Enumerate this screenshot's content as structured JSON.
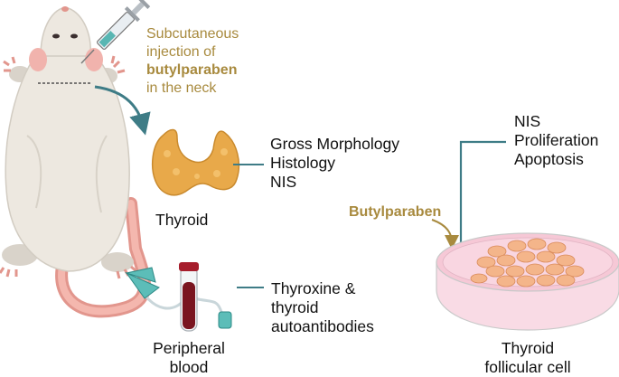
{
  "injection": {
    "line1": "Subcutaneous",
    "line2": "injection of",
    "line3": "butylparaben",
    "line4": "in the neck"
  },
  "thyroid": {
    "caption": "Thyroid",
    "measures": [
      "Gross Morphology",
      "Histology",
      "NIS"
    ]
  },
  "blood": {
    "caption": [
      "Peripheral",
      "blood"
    ],
    "measures": [
      "Thyroxine &",
      "thyroid",
      "autoantibodies"
    ]
  },
  "cell": {
    "treatment": "Butylparaben",
    "caption": [
      "Thyroid",
      "follicular cell"
    ],
    "measures": [
      "NIS",
      "Proliferation",
      "Apoptosis"
    ]
  },
  "colors": {
    "label_gold": "#a88a3e",
    "connector_teal": "#3e7c86",
    "thyroid_orange": "#e8a94a",
    "blood_red": "#7a1520",
    "dish_pink": "#f6c8d6"
  }
}
